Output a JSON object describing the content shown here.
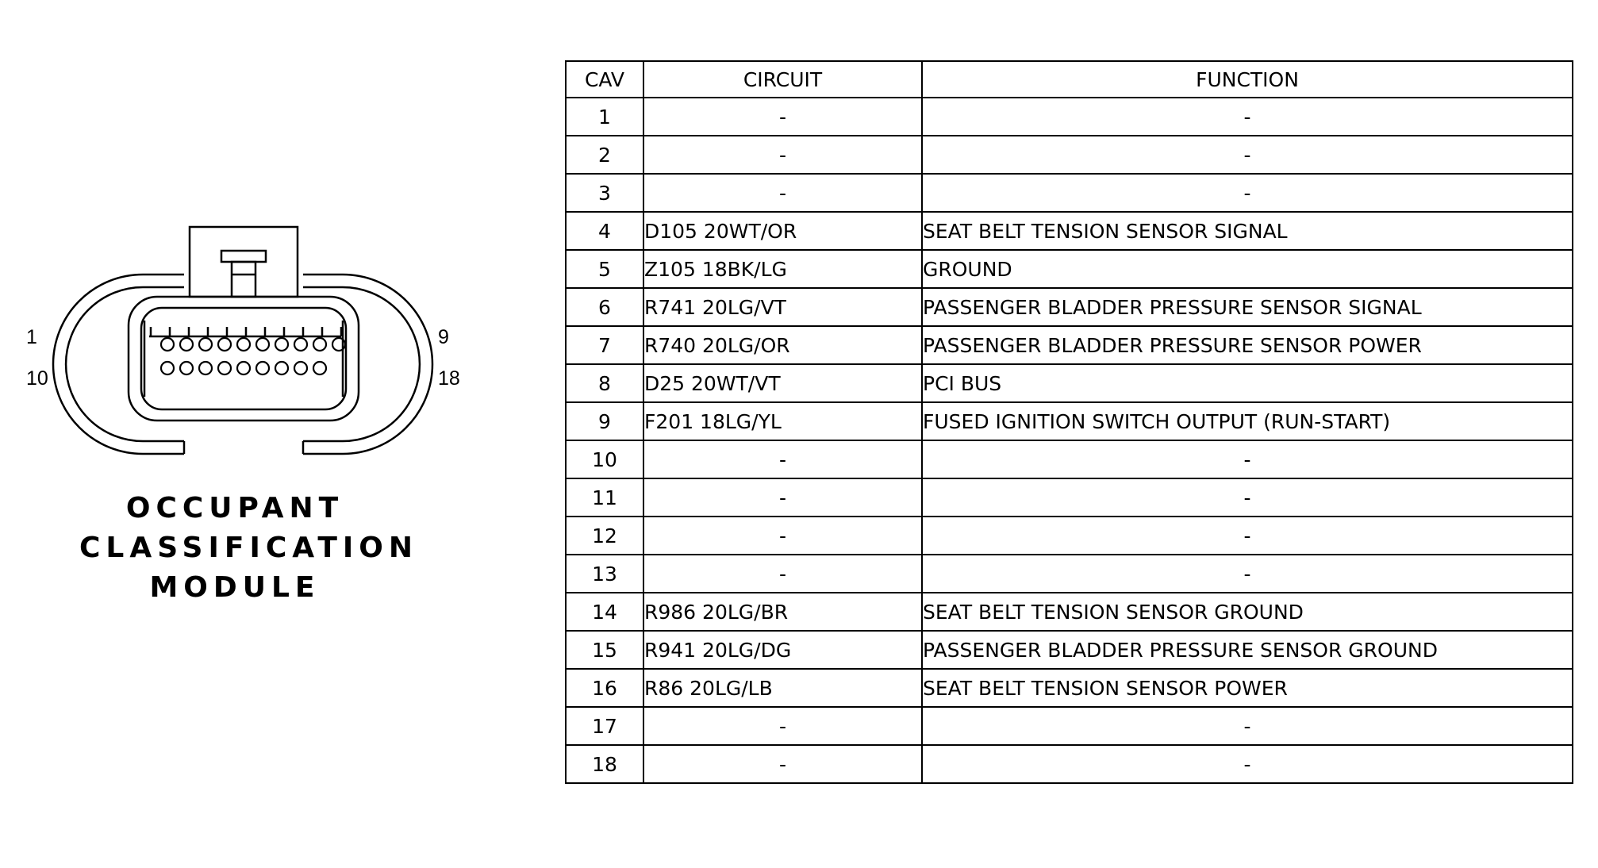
{
  "connector": {
    "pin_labels": [
      "1",
      "9",
      "10",
      "18"
    ],
    "title_lines": [
      "OCCUPANT",
      "CLASSIFICATION",
      "MODULE"
    ]
  },
  "table": {
    "headers": [
      "CAV",
      "CIRCUIT",
      "FUNCTION"
    ],
    "rows": [
      {
        "cav": "1",
        "circuit": "-",
        "function": "-"
      },
      {
        "cav": "2",
        "circuit": "-",
        "function": "-"
      },
      {
        "cav": "3",
        "circuit": "-",
        "function": "-"
      },
      {
        "cav": "4",
        "circuit": "D105 20WT/OR",
        "function": "SEAT BELT TENSION SENSOR SIGNAL"
      },
      {
        "cav": "5",
        "circuit": "Z105 18BK/LG",
        "function": "GROUND"
      },
      {
        "cav": "6",
        "circuit": "R741 20LG/VT",
        "function": "PASSENGER BLADDER PRESSURE SENSOR SIGNAL"
      },
      {
        "cav": "7",
        "circuit": "R740 20LG/OR",
        "function": "PASSENGER BLADDER PRESSURE SENSOR POWER"
      },
      {
        "cav": "8",
        "circuit": "D25 20WT/VT",
        "function": "PCI BUS"
      },
      {
        "cav": "9",
        "circuit": "F201 18LG/YL",
        "function": "FUSED IGNITION SWITCH OUTPUT (RUN-START)"
      },
      {
        "cav": "10",
        "circuit": "-",
        "function": "-"
      },
      {
        "cav": "11",
        "circuit": "-",
        "function": "-"
      },
      {
        "cav": "12",
        "circuit": "-",
        "function": "-"
      },
      {
        "cav": "13",
        "circuit": "-",
        "function": "-"
      },
      {
        "cav": "14",
        "circuit": "R986 20LG/BR",
        "function": "SEAT BELT TENSION SENSOR GROUND"
      },
      {
        "cav": "15",
        "circuit": "R941 20LG/DG",
        "function": "PASSENGER BLADDER PRESSURE SENSOR GROUND"
      },
      {
        "cav": "16",
        "circuit": "R86 20LG/LB",
        "function": "SEAT BELT TENSION SENSOR POWER"
      },
      {
        "cav": "17",
        "circuit": "-",
        "function": "-"
      },
      {
        "cav": "18",
        "circuit": "-",
        "function": "-"
      }
    ]
  }
}
